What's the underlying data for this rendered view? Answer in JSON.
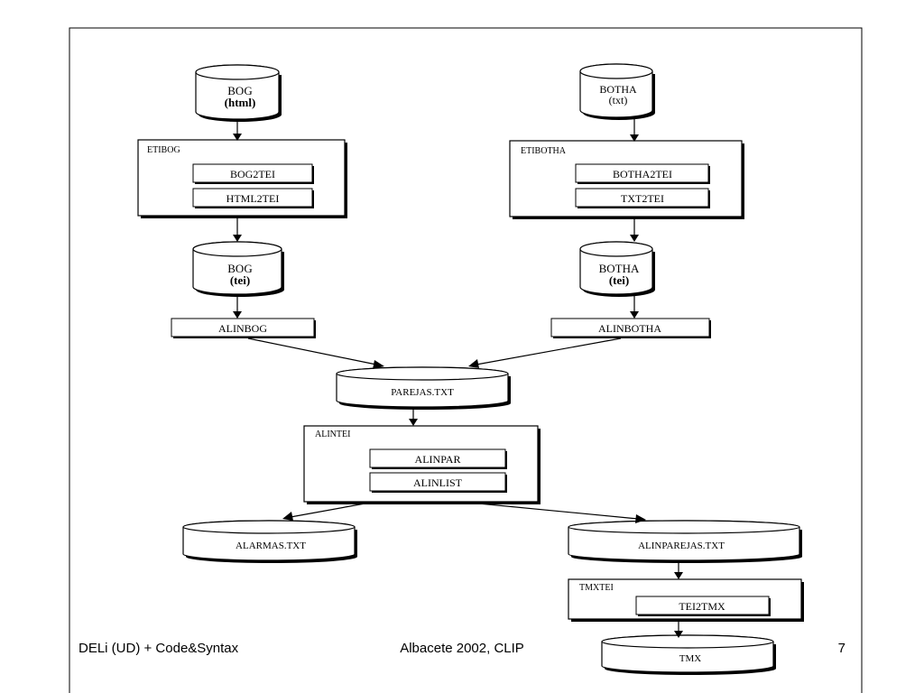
{
  "diagram": {
    "sources": {
      "bog_html": {
        "line1": "BOG",
        "line2": "(html)"
      },
      "botha_txt": {
        "line1": "BOTHA",
        "line2": "(txt)"
      }
    },
    "modules": {
      "etibog": {
        "title": "ETIBOG",
        "steps": [
          "BOG2TEI",
          "HTML2TEI"
        ]
      },
      "etibotha": {
        "title": "ETIBOTHA",
        "steps": [
          "BOTHA2TEI",
          "TXT2TEI"
        ]
      },
      "alintei": {
        "title": "ALINTEI",
        "steps": [
          "ALINPAR",
          "ALINLIST"
        ]
      },
      "tmxtei": {
        "title": "TMXTEI",
        "steps": [
          "TEI2TMX"
        ]
      }
    },
    "intermediates": {
      "bog_tei": {
        "line1": "BOG",
        "line2": "(tei)"
      },
      "botha_tei": {
        "line1": "BOTHA",
        "line2": "(tei)"
      }
    },
    "aligners": {
      "alinbog": "ALINBOG",
      "alinbotha": "ALINBOTHA"
    },
    "files": {
      "parejas": "PAREJAS.TXT",
      "alarmas": "ALARMAS.TXT",
      "alinparejas": "ALINPAREJAS.TXT",
      "tmx": "TMX"
    }
  },
  "footer": {
    "left": "DELi (UD) + Code&Syntax",
    "center": "Albacete 2002, CLIP",
    "page": "7"
  }
}
